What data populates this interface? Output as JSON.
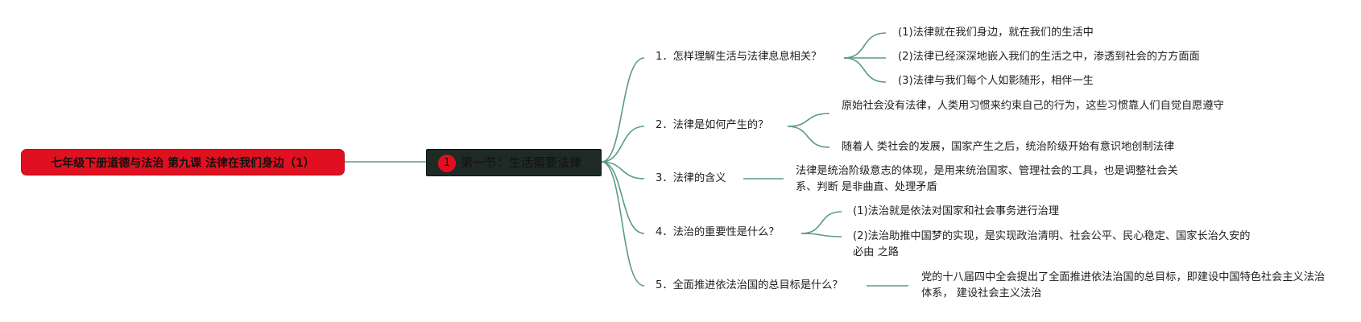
{
  "root": {
    "label": "七年级下册道德与法治 第九课 法律在我们身边（1）"
  },
  "section": {
    "marker": "1",
    "label": "第一节：生活需要法律"
  },
  "topics": [
    {
      "label": "1．怎样理解生活与法律息息相关？",
      "details": [
        "(1)法律就在我们身边，就在我们的生活中",
        "(2)法律已经深深地嵌入我们的生活之中，渗透到社会的方方面面",
        "(3)法律与我们每个人如影随形，相伴一生"
      ]
    },
    {
      "label": "2．法律是如何产生的？",
      "details": [
        "原始社会没有法律，人类用习惯来约束自己的行为，这些习惯靠人们自觉自愿遵守",
        "随着人 类社会的发展，国家产生之后，统治阶级开始有意识地创制法律"
      ]
    },
    {
      "label": "3．法律的含义",
      "details": [
        "法律是统治阶级意志的体现，是用来统治国家、管理社会的工具，也是调整社会关系、判断 是非曲直、处理矛盾"
      ]
    },
    {
      "label": "4．法治的重要性是什么？",
      "details": [
        "(1)法治就是依法对国家和社会事务进行治理",
        "(2)法治助推中国梦的实现，是实现政治清明、社会公平、民心稳定、国家长治久安的必由 之路"
      ]
    },
    {
      "label": "5．全面推进依法治国的总目标是什么？",
      "details": [
        "党的十八届四中全会提出了全面推进依法治国的总目标，即建设中国特色社会主义法治体系， 建设社会主义法治"
      ]
    }
  ],
  "colors": {
    "root_fill": "#e01020",
    "section_fill": "#1f2a25",
    "connector": "#5b9a84"
  }
}
